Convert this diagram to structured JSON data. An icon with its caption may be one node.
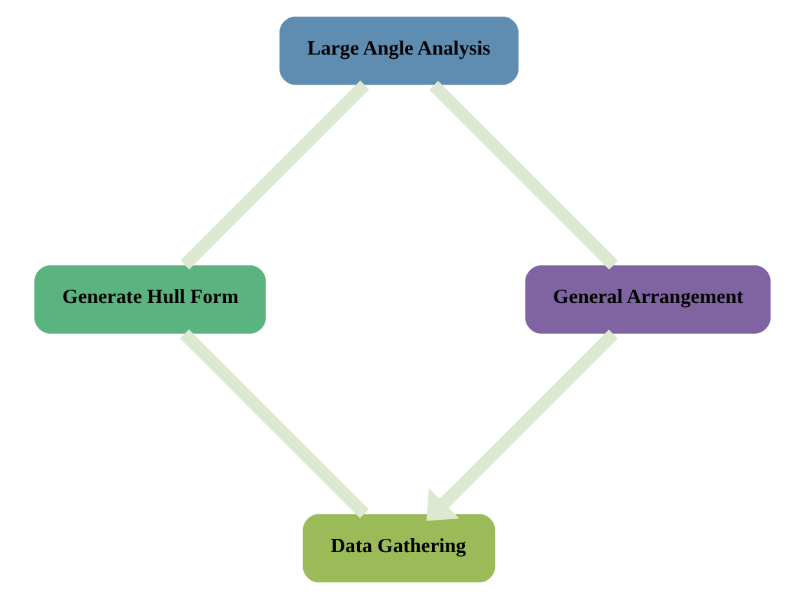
{
  "diagram": {
    "nodes": [
      {
        "text": [
          "Data Gathering"
        ]
      },
      {
        "text": [
          "Generate Hull Form"
        ]
      },
      {
        "text": [
          "Large Angle Analysis"
        ]
      },
      {
        "text": [
          "General Arrangement"
        ]
      }
    ],
    "edges": [
      {
        "from": 0,
        "to": 1,
        "arrow": "none"
      },
      {
        "from": 1,
        "to": 2,
        "arrow": "none"
      },
      {
        "from": 2,
        "to": 3,
        "arrow": "none"
      },
      {
        "from": 3,
        "to": 0,
        "arrow": "to"
      }
    ]
  }
}
